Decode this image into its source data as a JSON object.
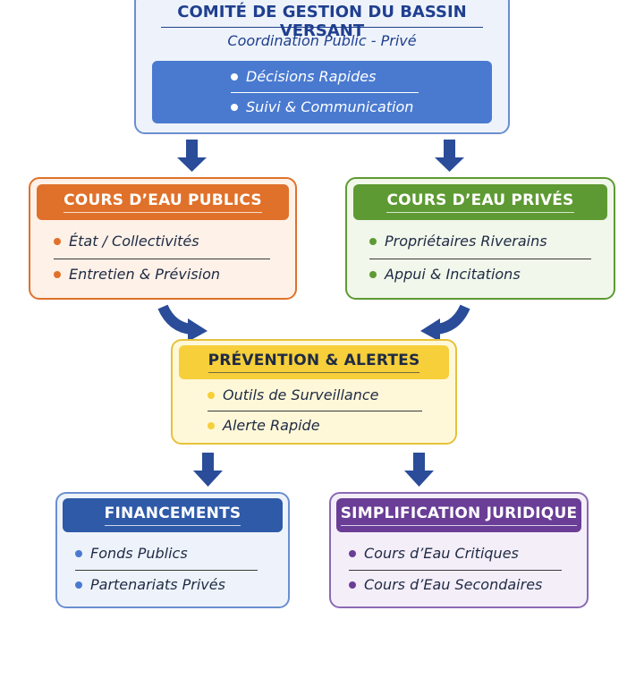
{
  "colors": {
    "navy": "#1f3f8f",
    "blue_box_bg": "#eef3fb",
    "blue_border": "#6b8fd0",
    "blue_header": "#4a7ad0",
    "orange": "#e0712a",
    "orange_bg": "#fdf1e8",
    "green": "#5e9a33",
    "green_bg": "#f1f7ea",
    "yellow": "#f6cf3a",
    "yellow_bg": "#fff8d8",
    "yellow_border": "#e6c23a",
    "finance_blue": "#2e5aa8",
    "finance_bg": "#eef3fb",
    "purple": "#6a3e96",
    "purple_bg": "#f4eef9",
    "arrow": "#2a4c99"
  },
  "top": {
    "title": "COMITÉ DE GESTION DU BASSIN VERSANT",
    "subtitle": "Coordination Public - Privé",
    "items": [
      "Décisions Rapides",
      "Suivi & Communication"
    ]
  },
  "public": {
    "title": "COURS D’EAU PUBLICS",
    "items": [
      "État / Collectivités",
      "Entretien & Prévision"
    ]
  },
  "private": {
    "title": "COURS D’EAU PRIVÉS",
    "items": [
      "Propriétaires Riverains",
      "Appui & Incitations"
    ]
  },
  "prevention": {
    "title": "PRÉVENTION & ALERTES",
    "items": [
      "Outils de Surveillance",
      "Alerte Rapide"
    ]
  },
  "financing": {
    "title": "FINANCEMENTS",
    "items": [
      "Fonds Publics",
      "Partenariats Privés"
    ]
  },
  "legal": {
    "title": "SIMPLIFICATION JURIDIQUE",
    "items": [
      "Cours d’Eau Critiques",
      "Cours d’Eau Secondaires"
    ]
  }
}
